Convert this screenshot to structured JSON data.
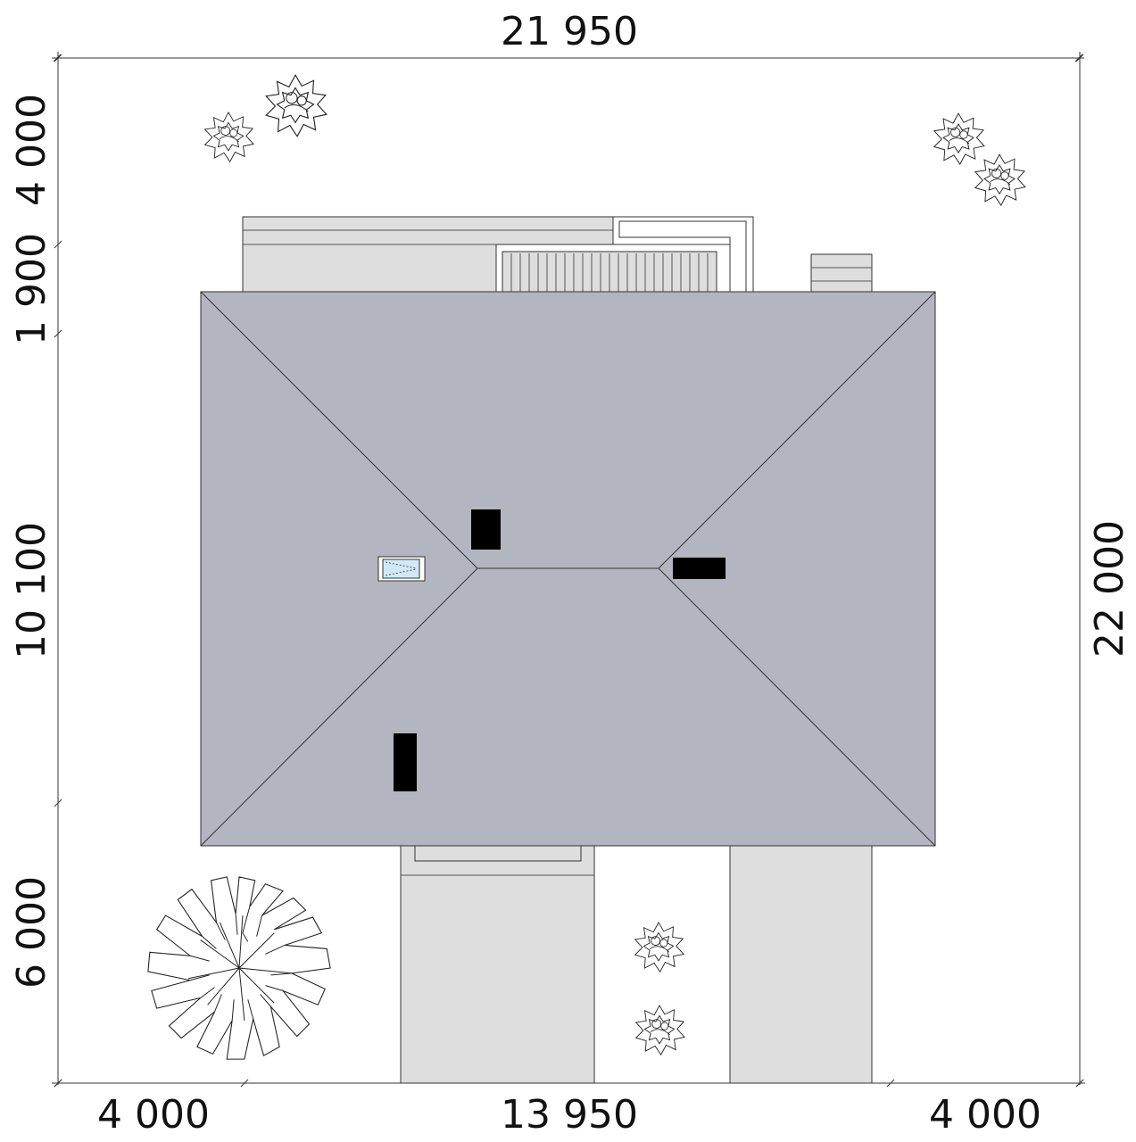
{
  "dimensions": {
    "top_overall": "21 950",
    "right_overall": "22 000",
    "left_segments": [
      "4 000",
      "1 900",
      "10 100",
      "6 000"
    ],
    "bottom_segments": [
      "4 000",
      "13 950",
      "4 000"
    ]
  },
  "colors": {
    "roof": "#b3b5c1",
    "paving": "#dedede",
    "chimney": "#000000",
    "skylight": "#cfeaf6",
    "outline": "#333333"
  },
  "icons": {
    "small_shrubs": "shrub-icon",
    "large_tree": "deciduous-tree-icon",
    "roof_window": "skylight-icon"
  }
}
